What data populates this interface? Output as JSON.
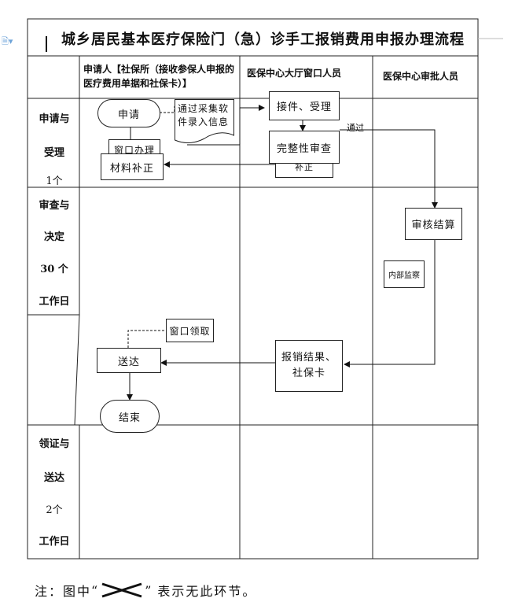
{
  "title": "城乡居民基本医疗保险门（急）诊手工报销费用申报办理流程",
  "columns": {
    "applicant": "申请人【社保所（接收参保人申报的医疗费用单据和社保卡）】",
    "window": "医保中心大厅窗口人员",
    "approval": "医保中心审批人员"
  },
  "stages": {
    "s1": {
      "line1": "申请与",
      "line2": "受理",
      "line3": "1个"
    },
    "s2": {
      "line1": "审查与",
      "line2": "决定",
      "line3": "30 个",
      "line4": "工作日"
    },
    "s3": {
      "line1": "领证与",
      "line2": "送达",
      "line3": "2个",
      "line4": "工作日"
    }
  },
  "nodes": {
    "apply": "申请",
    "collect_note": "通过采集软件录入信息",
    "accept": "接件、受理",
    "window_handle": "窗口办理",
    "material": "材料补正",
    "complete_check": "完整性审查",
    "supplement": "补正",
    "pass": "通过",
    "audit": "审核结算",
    "internal": "内部监察",
    "window_pick": "窗口领取",
    "deliver": "送达",
    "result": "报销结果、社保卡",
    "end": "结束"
  },
  "note": {
    "prefix": "注：图中",
    "open_quote": "“",
    "close_quote": "”",
    "suffix": "表示无此环节。"
  }
}
